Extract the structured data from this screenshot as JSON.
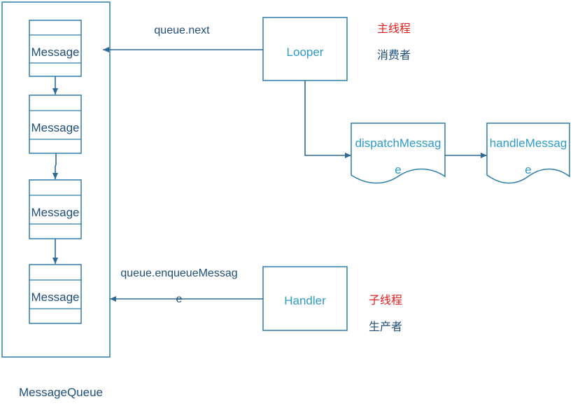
{
  "queue": {
    "label": "MessageQueue",
    "messages": [
      "Message",
      "Message",
      "Message",
      "Message"
    ]
  },
  "looper": {
    "label": "Looper",
    "edge_label": "queue.next",
    "thread_label": "主线程",
    "role_label": "消费者"
  },
  "handler": {
    "label": "Handler",
    "edge_label_line1": "queue.enqueueMessag",
    "edge_label_line2": "e",
    "thread_label": "子线程",
    "role_label": "生产者"
  },
  "dispatch": {
    "line1": "dispatchMessag",
    "line2": "e"
  },
  "handle": {
    "line1": "handleMessag",
    "line2": "e"
  },
  "colors": {
    "line": "#2e6a96",
    "border": "#2e7dab",
    "node_text": "#2e9bc6",
    "dark_text": "#1f4e79",
    "red_text": "#e02020"
  }
}
